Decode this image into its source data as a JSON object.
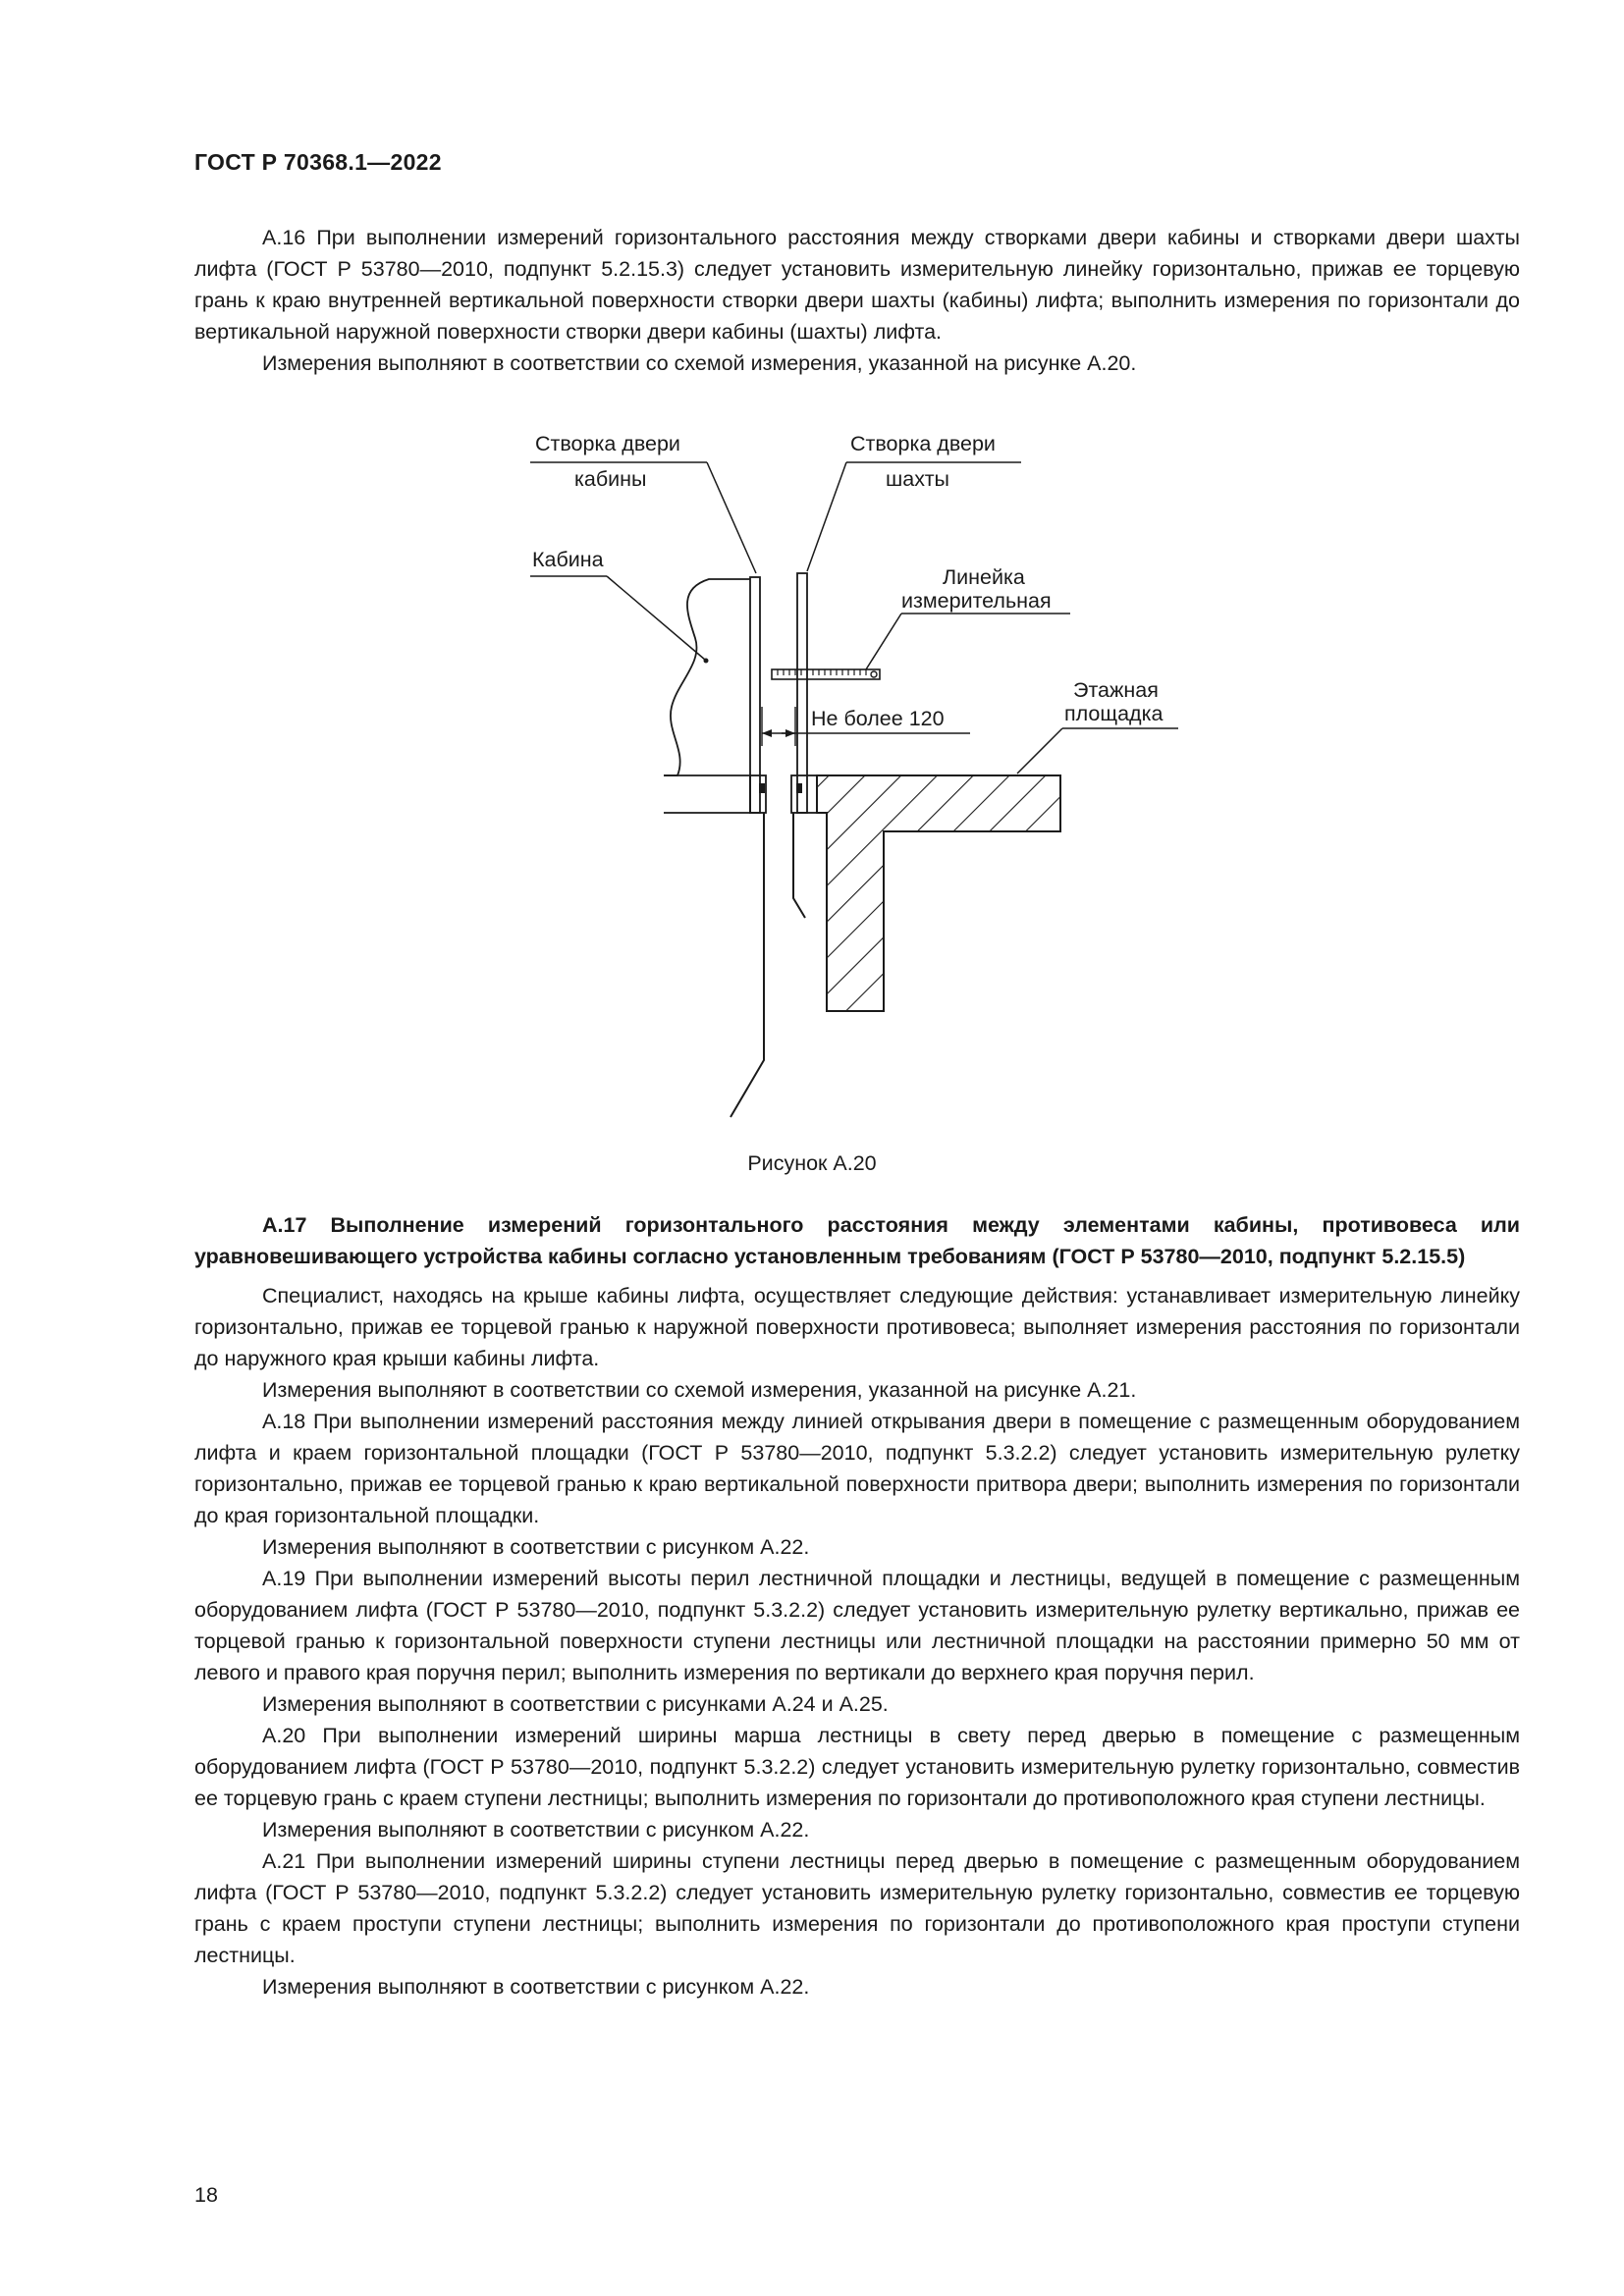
{
  "header": {
    "doc_code": "ГОСТ Р 70368.1—2022"
  },
  "section_a16": {
    "paragraphs": [
      "А.16 При выполнении измерений горизонтального расстояния между створками двери кабины и створками двери шахты лифта (ГОСТ Р 53780—2010, подпункт 5.2.15.3) следует установить измерительную линейку горизонтально, прижав ее торцевую грань к краю внутренней вертикальной поверхности створки двери шахты (кабины) лифта; выполнить измерения по горизонтали до вертикальной наружной поверхности створки двери кабины (шахты) лифта.",
      "Измерения выполняют в соответствии со схемой измерения, указанной на рисунке А.20."
    ]
  },
  "figure": {
    "labels": {
      "cabin_door_line1": "Створка двери",
      "cabin_door_line2": "кабины",
      "shaft_door_line1": "Створка двери",
      "shaft_door_line2": "шахты",
      "cabin": "Кабина",
      "ruler_line1": "Линейка",
      "ruler_line2": "измерительная",
      "max_gap": "Не более 120",
      "landing_line1": "Этажная",
      "landing_line2": "площадка"
    },
    "caption": "Рисунок А.20"
  },
  "section_a17": {
    "heading": "А.17 Выполнение измерений горизонтального расстояния между элементами кабины, противовеса или уравновешивающего устройства кабины согласно установленным требованиям (ГОСТ Р 53780—2010, подпункт 5.2.15.5)",
    "paragraphs": [
      "Специалист, находясь на крыше кабины лифта, осуществляет следующие действия: устанавливает измерительную линейку горизонтально, прижав ее торцевой гранью к наружной поверхности противовеса; выполняет измерения расстояния по горизонтали до наружного края крыши кабины лифта.",
      "Измерения выполняют в соответствии со схемой измерения, указанной на рисунке А.21.",
      "А.18 При выполнении измерений расстояния между линией открывания двери в помещение с размещенным оборудованием лифта и краем горизонтальной площадки (ГОСТ Р 53780—2010, подпункт 5.3.2.2) следует установить измерительную рулетку горизонтально, прижав ее торцевой гранью к краю вертикальной поверхности притвора двери; выполнить измерения по горизонтали до края горизонтальной площадки.",
      "Измерения выполняют в соответствии с рисунком А.22.",
      "А.19 При выполнении измерений высоты перил лестничной площадки и лестницы, ведущей в помещение с размещенным оборудованием лифта (ГОСТ Р 53780—2010, подпункт 5.3.2.2) следует установить измерительную рулетку вертикально, прижав ее торцевой гранью к горизонтальной поверхности ступени лестницы или лестничной площадки на расстоянии примерно 50 мм от левого и правого края поручня перил; выполнить измерения по вертикали до верхнего края поручня перил.",
      "Измерения выполняют в соответствии с рисунками А.24 и А.25.",
      "А.20 При выполнении измерений ширины марша лестницы в свету перед дверью в помещение с размещенным оборудованием лифта (ГОСТ Р 53780—2010, подпункт 5.3.2.2) следует установить измерительную рулетку горизонтально, совместив ее торцевую грань с краем ступени лестницы; выполнить измерения по горизонтали до противоположного края ступени лестницы.",
      "Измерения выполняют в соответствии с рисунком А.22.",
      "А.21 При выполнении измерений ширины ступени лестницы перед дверью в помещение с размещенным оборудованием лифта (ГОСТ Р 53780—2010, подпункт 5.3.2.2) следует установить измерительную рулетку горизонтально, совместив ее торцевую грань с краем проступи ступени лестницы; выполнить измерения по горизонтали до противоположного края проступи ступени лестницы.",
      "Измерения выполняют в соответствии с рисунком А.22."
    ]
  },
  "footer": {
    "page_number": "18"
  }
}
